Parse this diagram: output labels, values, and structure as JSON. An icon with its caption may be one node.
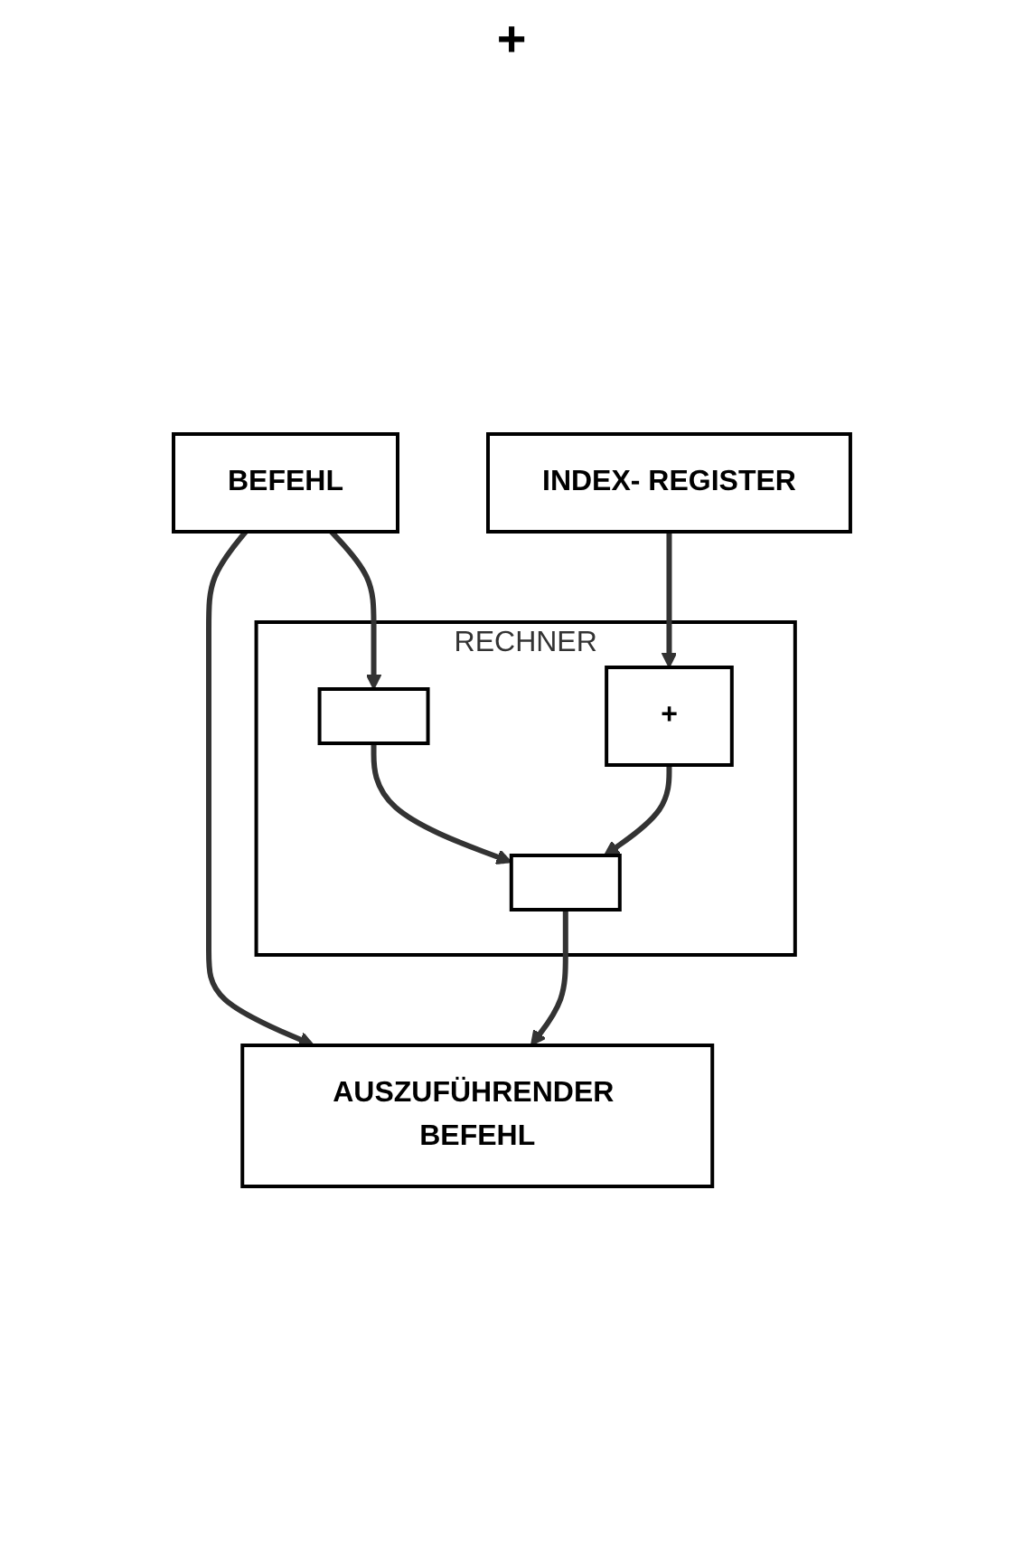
{
  "diagram": {
    "nodes": [
      {
        "text": [
          "BEFEHL"
        ]
      },
      {
        "text": [
          "INDEX- REGISTER"
        ]
      },
      {
        "text": [
          "RECHNER"
        ]
      },
      {
        "text": [],
        "shape": "box",
        "in": 2
      },
      {
        "text": [
          "+"
        ],
        "in": 2
      },
      {
        "text": [],
        "shape": "box",
        "in": 2
      },
      {
        "text": [
          "AUSZUFÜHRENDER BEFEHL"
        ]
      }
    ],
    "edges": [
      {
        "from": 0,
        "to": 3,
        "arrow": "to"
      },
      {
        "from": 1,
        "to": 4,
        "arrow": "to"
      },
      {
        "from": 0,
        "to": 6,
        "arrow": "to"
      },
      {
        "from": 3,
        "to": 5,
        "arrow": "to"
      },
      {
        "from": 4,
        "to": 5,
        "arrow": "to"
      },
      {
        "from": 5,
        "to": 6,
        "arrow": "to"
      }
    ],
    "labels": [
      "+"
    ]
  }
}
